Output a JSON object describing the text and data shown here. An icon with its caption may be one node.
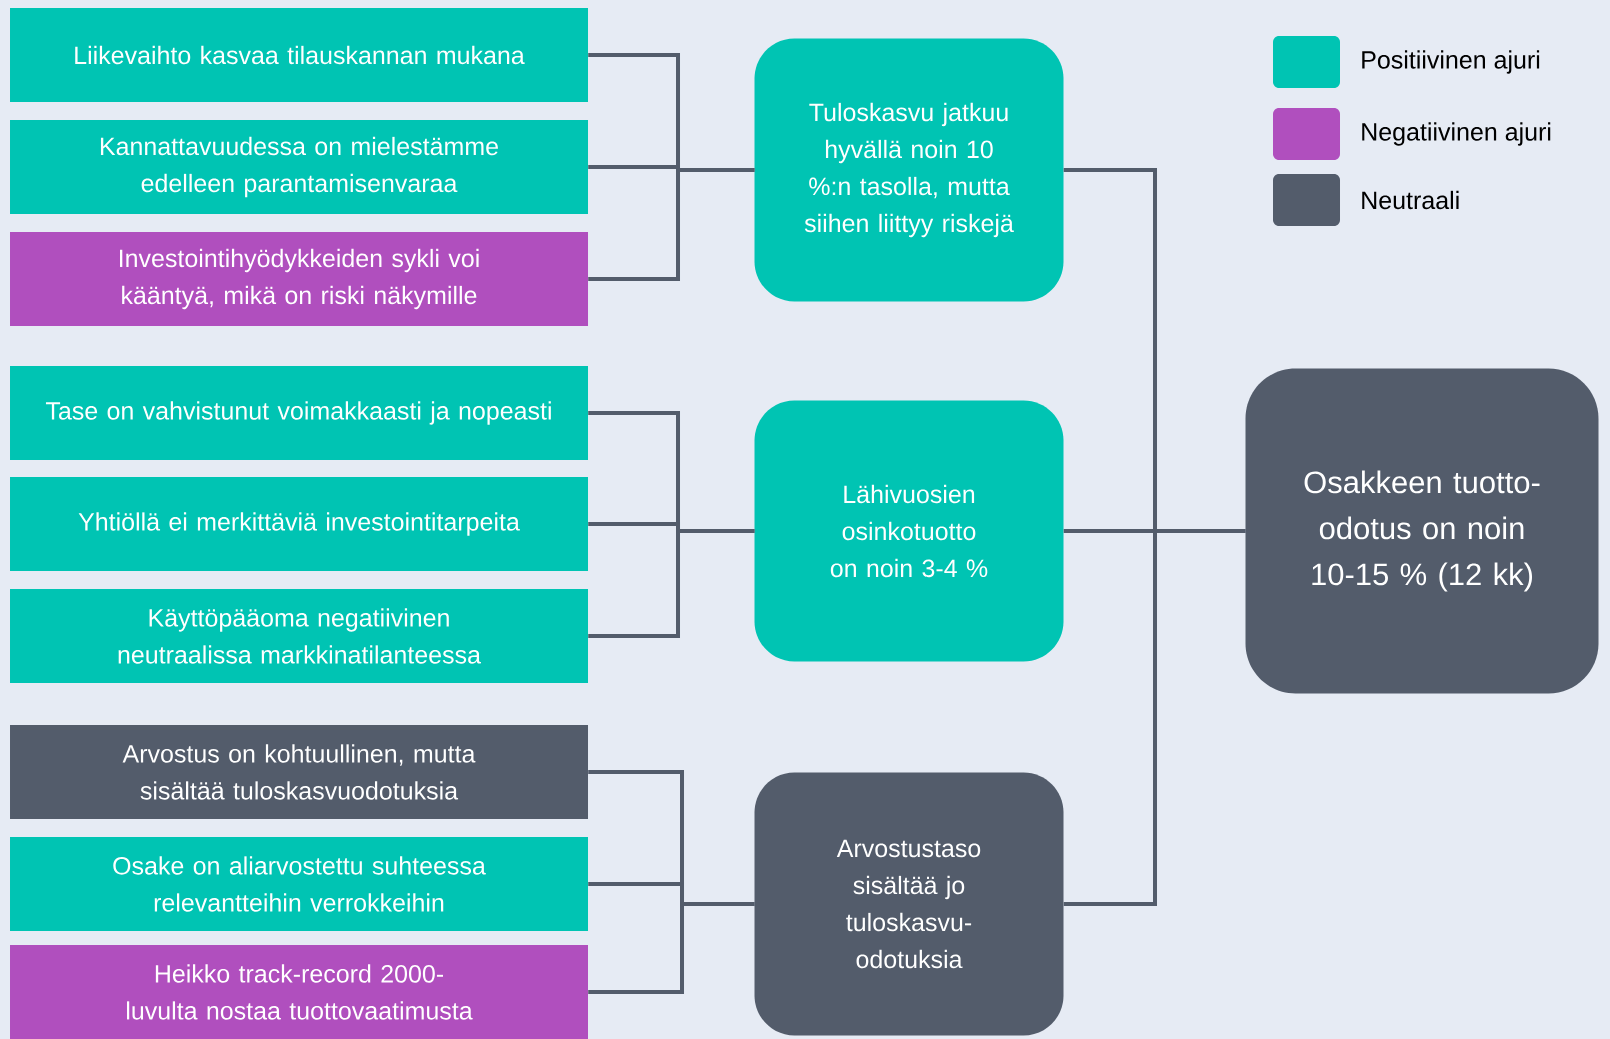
{
  "diagram": {
    "nodes": [
      {
        "text": [
          "Liikevaihto kasvaa tilauskannan mukana"
        ]
      },
      {
        "text": [
          "Kannattavuudessa on mielestämme edelleen parantamisenvaraa"
        ]
      },
      {
        "text": [
          "Investointihyödykkeiden sykli voi kääntyä, mikä on riski näkymille"
        ]
      },
      {
        "text": [
          "Tase on vahvistunut voimakkaasti ja nopeasti"
        ]
      },
      {
        "text": [
          "Yhtiöllä ei merkittäviä investointitarpeita"
        ]
      },
      {
        "text": [
          "Käyttöpääoma negatiivinen neutraalissa markkinatilanteessa"
        ]
      },
      {
        "text": [
          "Arvostus on kohtuullinen, mutta sisältää tuloskasvuodotuksia"
        ]
      },
      {
        "text": [
          "Osake on aliarvostettu suhteessa relevantteihin verrokkeihin"
        ]
      },
      {
        "text": [
          "Heikko track-record 2000-luvulta nostaa tuottovaatimusta"
        ]
      },
      {
        "text": [
          "Tuloskasvu jatkuu hyvällä noin 10 %:n tasolla, mutta siihen liittyy riskejä"
        ]
      },
      {
        "text": [
          "Lähivuosien osinkotuotto on noin 3-4 %"
        ]
      },
      {
        "text": [
          "Arvostustaso sisältää jo tuloskasvu- odotuksia"
        ]
      },
      {
        "text": [
          "Osakkeen tuotto-odotus on noin 10-15 % (12 kk)"
        ]
      }
    ],
    "edges": [
      {
        "from": 0,
        "to": 9,
        "arrow": "none"
      },
      {
        "from": 1,
        "to": 9,
        "arrow": "none"
      },
      {
        "from": 2,
        "to": 9,
        "arrow": "none"
      },
      {
        "from": 3,
        "to": 10,
        "arrow": "none"
      },
      {
        "from": 4,
        "to": 10,
        "arrow": "none"
      },
      {
        "from": 5,
        "to": 10,
        "arrow": "none"
      },
      {
        "from": 6,
        "to": 11,
        "arrow": "none"
      },
      {
        "from": 7,
        "to": 11,
        "arrow": "none"
      },
      {
        "from": 8,
        "to": 11,
        "arrow": "none"
      },
      {
        "from": 9,
        "to": 12,
        "arrow": "none"
      },
      {
        "from": 10,
        "to": 12,
        "arrow": "none"
      },
      {
        "from": 11,
        "to": 12,
        "arrow": "none"
      }
    ],
    "legend": [
      {
        "text": "Positiivinen ajuri",
        "color": "#00c4b3"
      },
      {
        "text": "Negatiivinen ajuri",
        "color": "#b04fbe"
      },
      {
        "text": "Neutraali",
        "color": "#535c6b"
      }
    ]
  }
}
